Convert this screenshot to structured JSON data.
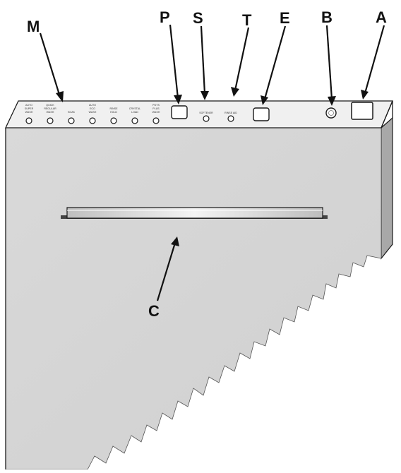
{
  "callouts": {
    "m": "M",
    "p": "P",
    "s": "S",
    "t": "T",
    "e": "E",
    "b": "B",
    "a": "A",
    "c": "C"
  },
  "panel": {
    "cycle_labels": [
      [
        "AUTO",
        "SUPER",
        "WASH"
      ],
      [
        "QUICK",
        "REGULAR",
        "WASH"
      ],
      [
        "SOAK"
      ],
      [
        "AUTO",
        "ECO",
        "WASH"
      ],
      [
        "RINSE",
        "HOLD"
      ],
      [
        "CRYSTAL",
        "LOAD"
      ],
      [
        "POTS",
        "PLUS",
        "WASH"
      ]
    ],
    "softener_label": "SOFTENER",
    "rinse_aid_label": "RINSE AID"
  },
  "colors": {
    "outline": "#1a1a1a",
    "panel_face": "#e3e3e3",
    "panel_top": "#f2f2f2",
    "side": "#a9a9a9",
    "handle": "#d6d6d6"
  }
}
